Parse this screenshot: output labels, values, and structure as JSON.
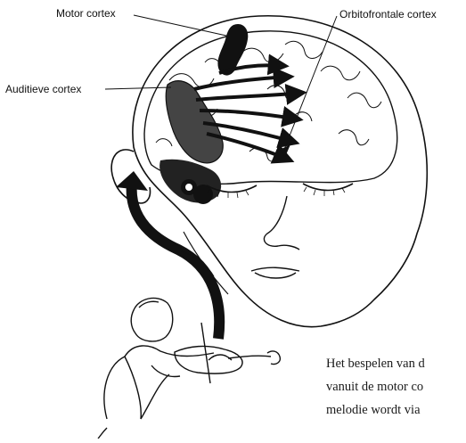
{
  "labels": {
    "motor": "Motor cortex",
    "orbitofrontal": "Orbitofrontale cortex",
    "auditory": "Auditieve cortex"
  },
  "caption": {
    "line1": "Het bespelen van d",
    "line2": "vanuit de motor co",
    "line3": "melodie wordt via"
  },
  "colors": {
    "ink": "#111111",
    "paper": "#ffffff"
  }
}
